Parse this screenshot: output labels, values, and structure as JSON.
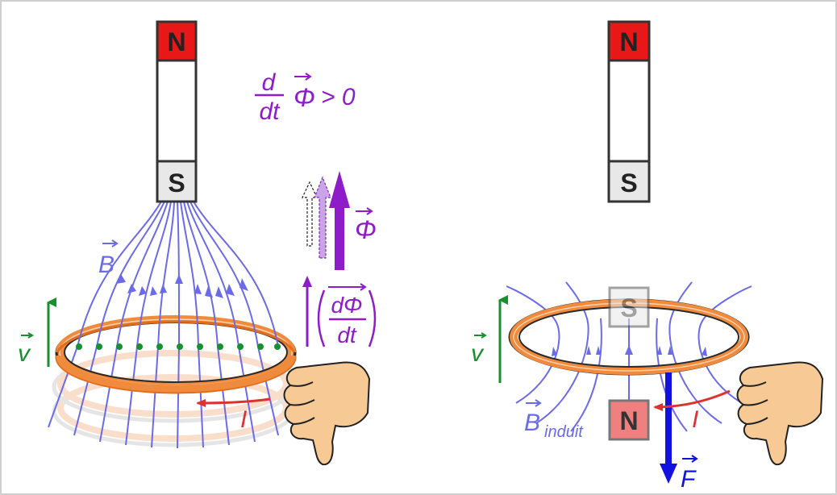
{
  "left_panel": {
    "magnet": {
      "north_label": "N",
      "south_label": "S"
    },
    "flux_derivative": {
      "numerator": "d",
      "denominator": "dt",
      "symbol": "Φ",
      "comparison": "> 0"
    },
    "flux_label": "Φ",
    "dflux_dt": {
      "numerator": "dΦ",
      "denominator": "dt"
    },
    "field_label": "B",
    "velocity_label": "v",
    "current_label": "I"
  },
  "right_panel": {
    "magnet": {
      "north_label": "N",
      "south_label": "S"
    },
    "loop_poles": {
      "top": "S",
      "bottom": "N"
    },
    "field_label": "B",
    "field_subscript": "induit",
    "velocity_label": "v",
    "current_label": "I",
    "force_label": "F"
  },
  "colors": {
    "violet": "#8e1cc8",
    "field_blue": "#6b6bea",
    "velocity_green": "#17902e",
    "current_red": "#e03030",
    "force_blue": "#1212e0",
    "north_red": "#e81818",
    "coil_orange": "#f08a3c",
    "hand_skin": "#f7c994"
  }
}
